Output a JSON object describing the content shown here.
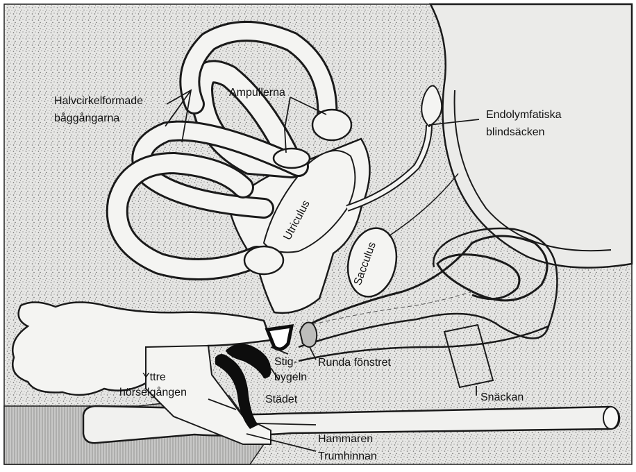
{
  "labels": {
    "halvcirkel_line1": "Halvcirkelformade",
    "halvcirkel_line2": "båggångarna",
    "ampullerna": "Ampullerna",
    "endolymf_line1": "Endolymfatiska",
    "endolymf_line2": "blindsäcken",
    "utriculus": "Utriculus",
    "sacculus": "Sacculus",
    "stig_line1": "Stig-",
    "stig_line2": "bygeln",
    "runda": "Runda fönstret",
    "stadet": "Städet",
    "yttre_line1": "Yttre",
    "yttre_line2": "hörselgången",
    "snackan": "Snäckan",
    "hammaren": "Hammaren",
    "trumhinnan": "Trumhinnan"
  },
  "colors": {
    "stipple": "#8a8a8a",
    "structure_fill": "#f4f4f2",
    "outline": "#1a1a1a",
    "ossicle": "#0d0d0d"
  }
}
